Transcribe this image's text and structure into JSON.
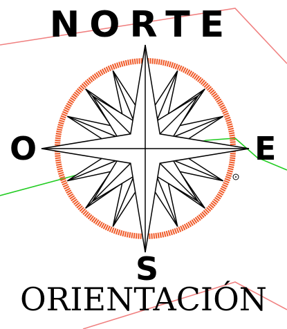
{
  "labels": {
    "north": "NORTE",
    "west": "O",
    "east": "E",
    "south": "S",
    "footer": "ORIENTACIÓN"
  },
  "icons": {
    "rose": "compass-rose-icon",
    "ring": "dashed-ring",
    "marker": "small-circle-marker"
  },
  "colors": {
    "ring": "#f05a28",
    "outline": "#f08080",
    "track": "#22cc22",
    "ink": "#000000",
    "fill": "#ffffff"
  }
}
